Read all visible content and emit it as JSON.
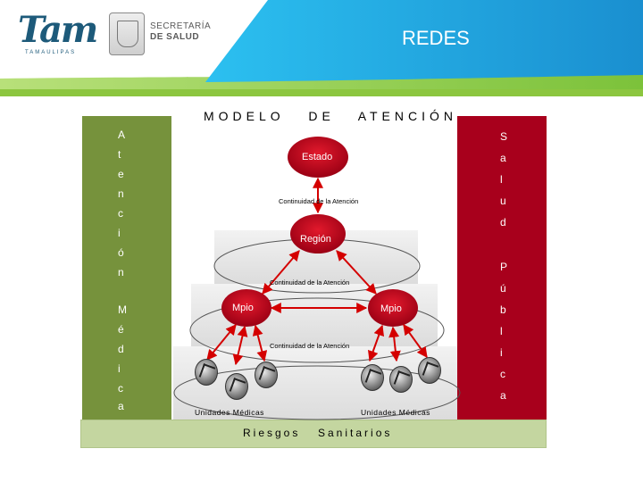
{
  "header": {
    "logo_text": "Tam",
    "logo_subtext": "TAMAULIPAS",
    "dept_line1": "SECRETARÍA",
    "dept_line2": "DE SALUD",
    "page_title": "REDES"
  },
  "diagram": {
    "title": "MODELO   DE   ATENCIÓN",
    "left_vertical": [
      "A",
      "t",
      "e",
      "n",
      "c",
      "i",
      "ó",
      "n",
      "M",
      "é",
      "d",
      "i",
      "c",
      "a"
    ],
    "right_vertical": [
      "S",
      "a",
      "l",
      "u",
      "d",
      "P",
      "ú",
      "b",
      "l",
      "i",
      "c",
      "a"
    ],
    "levels": {
      "estado": "Estado",
      "region": "Región",
      "mpio_left": "Mpio",
      "mpio_right": "Mpio"
    },
    "continuity": [
      "Continuidad de la Atención",
      "Continuidad de la Atención",
      "Continuidad de la Atención"
    ],
    "units_left": "Unidades Médicas",
    "units_right": "Unidades Médicas",
    "footer_word1": "Riesgos",
    "footer_word2": "Sanitarios"
  },
  "colors": {
    "left_bar": "#76923c",
    "right_bar": "#a8001c",
    "bottom_bar": "#c4d6a0",
    "node": "#c0001a",
    "arrows": "#d40000",
    "banner_blue": "#1aa3e0",
    "banner_green": "#8cc63f"
  },
  "icons": [
    "seal-icon",
    "health-unit-icon"
  ]
}
